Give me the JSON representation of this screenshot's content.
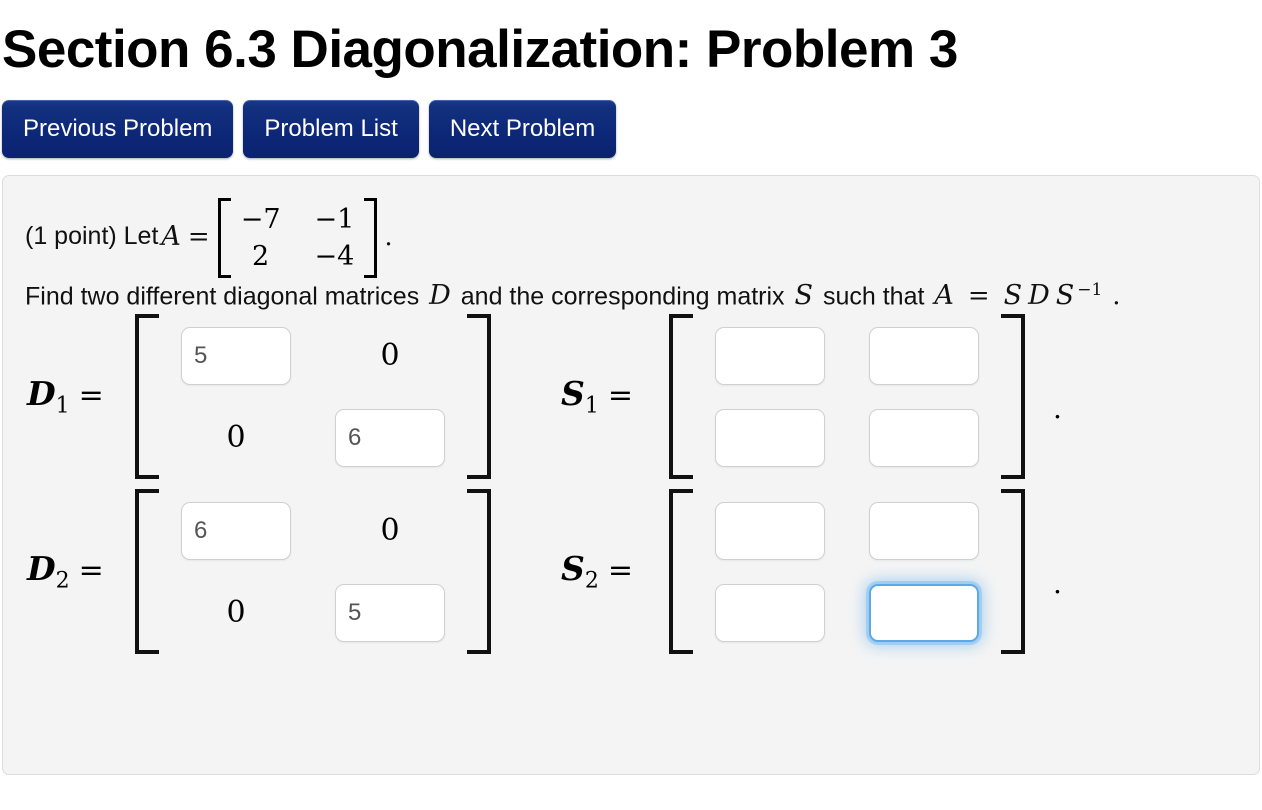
{
  "page": {
    "title": "Section 6.3 Diagonalization: Problem 3"
  },
  "nav": {
    "buttons": [
      {
        "label": "Previous Problem",
        "name": "previous-problem-button"
      },
      {
        "label": "Problem List",
        "name": "problem-list-button"
      },
      {
        "label": "Next Problem",
        "name": "next-problem-button"
      }
    ]
  },
  "problem": {
    "points_text": "(1 point) Let",
    "var_A": "A",
    "equals": "=",
    "matrix_A": {
      "rows": [
        [
          "−7",
          "−1"
        ],
        [
          "2",
          "−4"
        ]
      ]
    },
    "period": ".",
    "instruction": {
      "part1": "Find two different diagonal matrices",
      "var_D": "D",
      "part2": "and the corresponding matrix",
      "var_S": "S",
      "part3": "such that",
      "eq_A": "A",
      "eq_equals": "=",
      "eq_S": "S",
      "eq_D": "D",
      "eq_S2": "S",
      "eq_exp": "−1",
      "end_period": "."
    }
  },
  "answer_matrices": [
    {
      "name": "D1",
      "label_base": "D",
      "label_sub": "1",
      "label_eq": "=",
      "trailing": "",
      "cells": [
        {
          "type": "input",
          "value": "5",
          "name": "d1-input-r1c1",
          "focused": false
        },
        {
          "type": "static",
          "value": "0",
          "name": "d1-zero-r1c2"
        },
        {
          "type": "static",
          "value": "0",
          "name": "d1-zero-r2c1"
        },
        {
          "type": "input",
          "value": "6",
          "name": "d1-input-r2c2",
          "focused": false
        }
      ]
    },
    {
      "name": "S1",
      "label_base": "S",
      "label_sub": "1",
      "label_eq": "=",
      "trailing": ".",
      "cells": [
        {
          "type": "input",
          "value": "",
          "name": "s1-input-r1c1",
          "focused": false
        },
        {
          "type": "input",
          "value": "",
          "name": "s1-input-r1c2",
          "focused": false
        },
        {
          "type": "input",
          "value": "",
          "name": "s1-input-r2c1",
          "focused": false
        },
        {
          "type": "input",
          "value": "",
          "name": "s1-input-r2c2",
          "focused": false
        }
      ]
    },
    {
      "name": "D2",
      "label_base": "D",
      "label_sub": "2",
      "label_eq": "=",
      "trailing": "",
      "cells": [
        {
          "type": "input",
          "value": "6",
          "name": "d2-input-r1c1",
          "focused": false
        },
        {
          "type": "static",
          "value": "0",
          "name": "d2-zero-r1c2"
        },
        {
          "type": "static",
          "value": "0",
          "name": "d2-zero-r2c1"
        },
        {
          "type": "input",
          "value": "5",
          "name": "d2-input-r2c2",
          "focused": false
        }
      ]
    },
    {
      "name": "S2",
      "label_base": "S",
      "label_sub": "2",
      "label_eq": "=",
      "trailing": ".",
      "cells": [
        {
          "type": "input",
          "value": "",
          "name": "s2-input-r1c1",
          "focused": false
        },
        {
          "type": "input",
          "value": "",
          "name": "s2-input-r1c2",
          "focused": false
        },
        {
          "type": "input",
          "value": "",
          "name": "s2-input-r2c1",
          "focused": false
        },
        {
          "type": "input",
          "value": "",
          "name": "s2-input-r2c2",
          "focused": true
        }
      ]
    }
  ],
  "colors": {
    "button_blue": "#0d2878",
    "panel_bg": "#f4f4f4",
    "panel_border": "#dddddd",
    "focus_blue": "#5aa9e8",
    "input_border": "#d0d0d0",
    "input_text": "#555555"
  }
}
